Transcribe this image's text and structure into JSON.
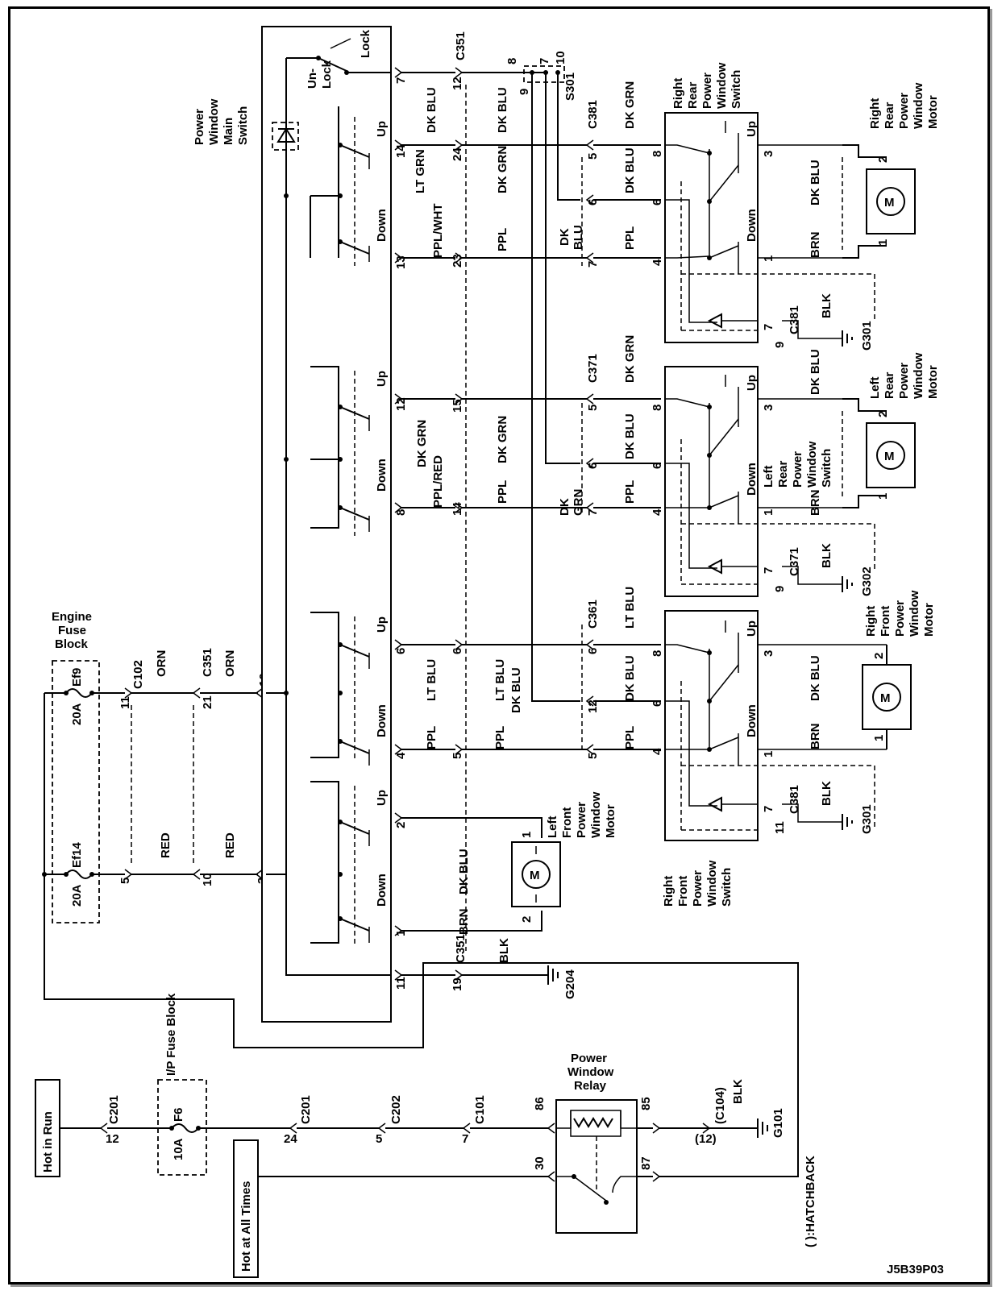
{
  "diagram_code": "J5B39P03",
  "power_sources": {
    "hot_in_run": "Hot in Run",
    "hot_at_all_times": "Hot at All Times"
  },
  "fuse_blocks": {
    "ip": {
      "title": "I/P Fuse Block",
      "fuse": "F6",
      "rating": "10A"
    },
    "engine": {
      "title": "Engine Fuse Block",
      "fuse1": "Ef9",
      "rating1": "20A",
      "fuse2": "Ef14",
      "rating2": "20A"
    }
  },
  "relay": {
    "title": "Power Window Relay",
    "pins": [
      "86",
      "85",
      "30",
      "87"
    ]
  },
  "note": "( ):HATCHBACK",
  "connectors": [
    "C201",
    "C202",
    "C101",
    "(C104)",
    "C102",
    "C351",
    "C361",
    "C371",
    "C381",
    "S301"
  ],
  "grounds": [
    "G101",
    "G204",
    "G301",
    "G302"
  ],
  "wires": [
    "ORN",
    "RED",
    "BLK",
    "DK BLU",
    "BRN",
    "PPL",
    "LT BLU",
    "DK GRN",
    "LT GRN",
    "PPL/WHT",
    "PPL/RED"
  ],
  "components": {
    "main_switch": "Power Window Main Switch",
    "lf_motor": "Left Front Power Window Motor",
    "rf_motor": "Right Front Power Window Motor",
    "lr_motor": "Left Rear Power Window Motor",
    "rr_motor": "Right Rear Power Window Motor",
    "rf_switch": "Right Front Power Window Switch",
    "lr_switch": "Left Rear Power Window Switch",
    "rr_switch": "Right Rear Power Window Switch"
  },
  "switch_labels": {
    "up": "Up",
    "down": "Down",
    "lock": "Lock",
    "unlock": "Un- Lock"
  },
  "pins": {
    "c201a": "12",
    "c201b": "24",
    "c202": "5",
    "c101": "7",
    "c104": "(12)",
    "relay85": "85",
    "c102a": "11",
    "c102b": "5",
    "c351a": "21",
    "c351b": "10",
    "sw_feed1": "10",
    "sw_feed2": "3",
    "sw_gnd": "11",
    "c351_gnd": "19",
    "lf_up": "2",
    "lf_down": "1",
    "m1": "1",
    "m2": "2",
    "rf_sw_up": "6",
    "rf_sw_down": "4",
    "c351_rf_up": "6",
    "c351_rf_down": "5",
    "c361_up": "6",
    "c361_down": "5",
    "c361_mid": "12",
    "lr_sw_up": "12",
    "lr_sw_down": "8",
    "c351_lr_up": "15",
    "c351_lr_down": "14",
    "c371_up": "5",
    "c371_mid": "6",
    "c371_down": "7",
    "rr_sw_up": "14",
    "rr_sw_down": "13",
    "c351_rr_up": "24",
    "c351_rr_down": "23",
    "c381_up": "5",
    "c381_mid": "6",
    "c381_down": "7",
    "lock_pin": "7",
    "c351_lock": "12",
    "sw8": "8",
    "sw6": "6",
    "sw4": "4",
    "sw3": "3",
    "sw1": "1",
    "sw7": "7",
    "sw9": "9",
    "sw11": "11",
    "s301_8": "8",
    "s301_7": "7",
    "s301_10": "10",
    "s301_9": "9"
  }
}
